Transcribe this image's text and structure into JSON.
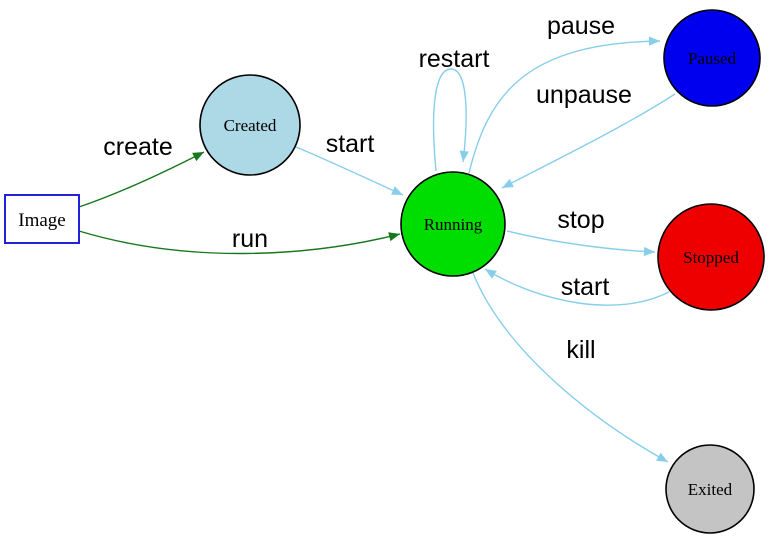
{
  "colors": {
    "background": "#FFFFFF",
    "edge_blue": "#87CEEB",
    "edge_green": "#17771C",
    "image_border": "#2020DD",
    "node_border": "#000000",
    "label_text": "#000000"
  },
  "nodes": {
    "image": {
      "label": "Image",
      "fill": "#FFFFFF",
      "shape": "rectangle"
    },
    "created": {
      "label": "Created",
      "fill": "#ADD8E6",
      "shape": "circle"
    },
    "running": {
      "label": "Running",
      "fill": "#00DD00",
      "shape": "circle"
    },
    "paused": {
      "label": "Paused",
      "fill": "#0000EE",
      "shape": "circle"
    },
    "stopped": {
      "label": "Stopped",
      "fill": "#EE0000",
      "shape": "circle"
    },
    "exited": {
      "label": "Exited",
      "fill": "#C4C4C4",
      "shape": "circle"
    }
  },
  "edges": {
    "create": {
      "label": "create",
      "from": "image",
      "to": "created"
    },
    "run": {
      "label": "run",
      "from": "image",
      "to": "running"
    },
    "start_from_created": {
      "label": "start",
      "from": "created",
      "to": "running"
    },
    "restart": {
      "label": "restart",
      "from": "running",
      "to": "running"
    },
    "pause": {
      "label": "pause",
      "from": "running",
      "to": "paused"
    },
    "unpause": {
      "label": "unpause",
      "from": "paused",
      "to": "running"
    },
    "stop": {
      "label": "stop",
      "from": "running",
      "to": "stopped"
    },
    "start_from_stopped": {
      "label": "start",
      "from": "stopped",
      "to": "running"
    },
    "kill": {
      "label": "kill",
      "from": "running",
      "to": "exited"
    }
  }
}
